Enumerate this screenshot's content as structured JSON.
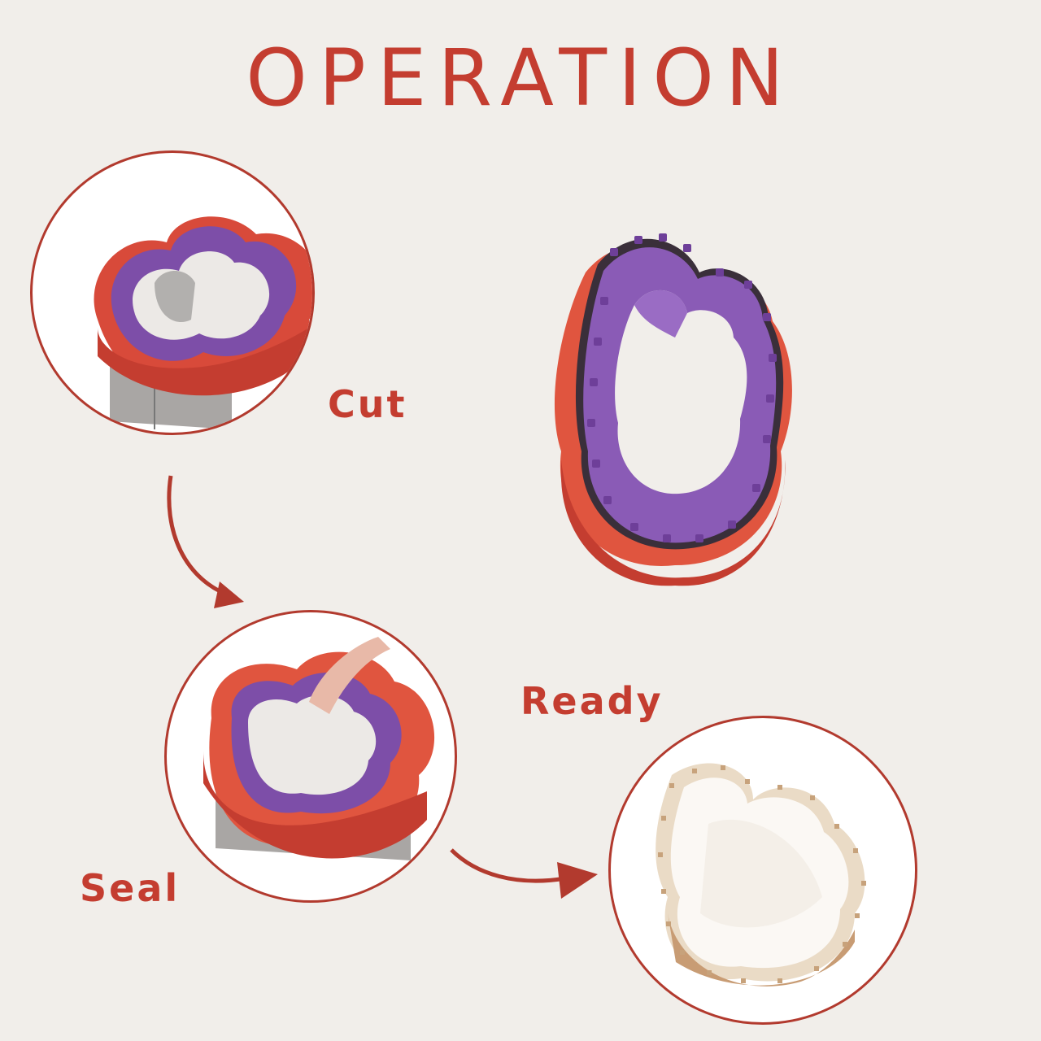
{
  "header": {
    "title": "OPERATION"
  },
  "steps": {
    "cut": {
      "label": "Cut"
    },
    "seal": {
      "label": "Seal"
    },
    "ready": {
      "label": "Ready"
    }
  },
  "colors": {
    "accent": "#c43d30",
    "circle_border": "#b23a2e",
    "background": "#f1eeea",
    "cutter_outer": "#e0553f",
    "cutter_inner": "#7d4ea8",
    "metal": "#a9a6a4",
    "bread": "#f4ede2"
  },
  "icons": [
    "curved-arrow-icon",
    "curved-arrow-icon"
  ]
}
